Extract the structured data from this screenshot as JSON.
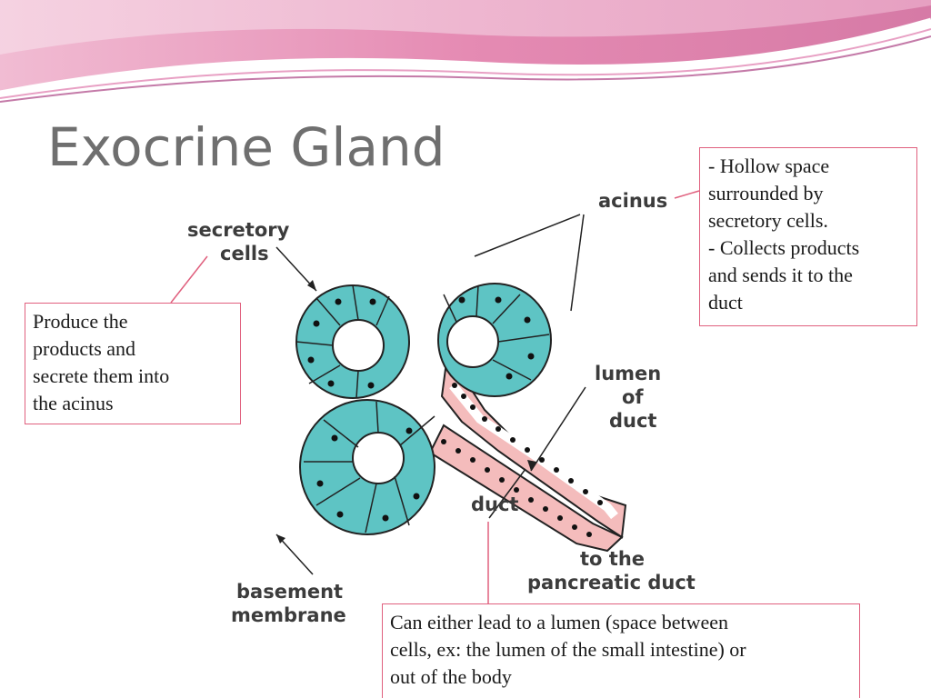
{
  "slide": {
    "title": "Exocrine Gland",
    "theme_colors": {
      "accent": "#e0607e",
      "wave_pink": "#e08ab0",
      "wave_mauve": "#c47aa8",
      "cell_teal": "#5ec4c4",
      "duct_pink": "#f4bcbc"
    }
  },
  "callouts": {
    "acinus_note": [
      "- Hollow space",
      "surrounded by",
      "secretory cells.",
      "- Collects products",
      "and sends it to the",
      "duct"
    ],
    "secretory_note": [
      "Produce the",
      "products and",
      "secrete them into",
      "the acinus"
    ],
    "duct_note": [
      "Can either lead to a lumen (space between",
      "cells, ex: the lumen of the small intestine) or",
      "out of the body"
    ]
  },
  "diagram": {
    "labels": {
      "secretory_1": "secretory",
      "secretory_2": "cells",
      "acinus": "acinus",
      "lumen_1": "lumen",
      "lumen_2": "of",
      "lumen_3": "duct",
      "duct": "duct",
      "to_1": "to the",
      "to_2": "pancreatic duct",
      "basement_1": "basement",
      "basement_2": "membrane"
    }
  }
}
